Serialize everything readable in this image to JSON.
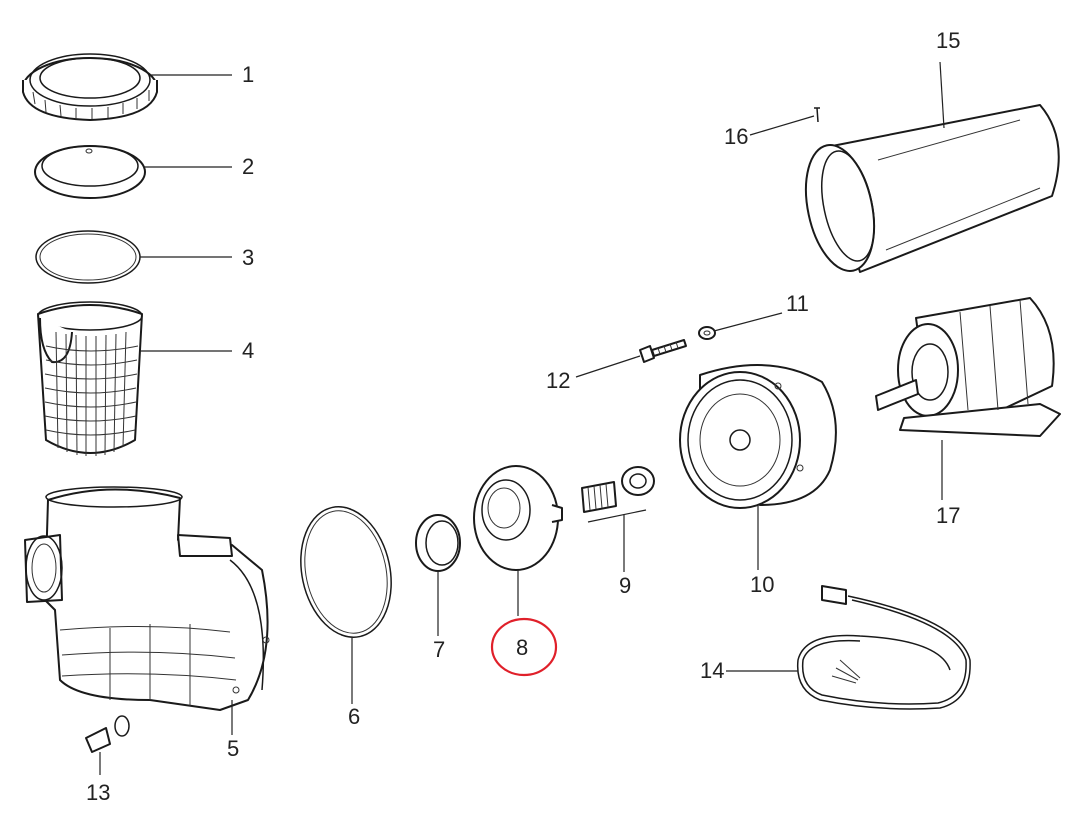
{
  "callouts": [
    "1",
    "2",
    "3",
    "4",
    "5",
    "6",
    "7",
    "8",
    "9",
    "10",
    "11",
    "12",
    "13",
    "14",
    "15",
    "16",
    "17"
  ],
  "highlight": {
    "label": "8",
    "color": "#e0202a"
  }
}
